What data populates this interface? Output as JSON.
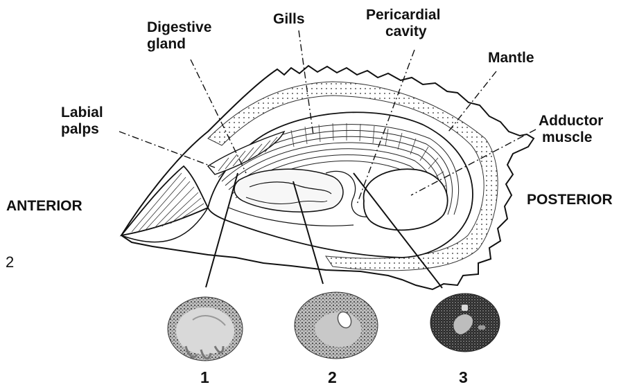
{
  "labels": {
    "digestive_gland": [
      "Digestive",
      "gland"
    ],
    "gills": "Gills",
    "pericardial_cavity": [
      "Pericardial",
      "cavity"
    ],
    "mantle": "Mantle",
    "labial_palps": [
      "Labial",
      "palps"
    ],
    "adductor_muscle": [
      "Adductor",
      "muscle"
    ],
    "anterior": "ANTERIOR",
    "posterior": "POSTERIOR",
    "side_number": "2"
  },
  "sections": [
    {
      "number": "1"
    },
    {
      "number": "2"
    },
    {
      "number": "3"
    }
  ],
  "colors": {
    "ink": "#111111",
    "tissue_light": "#cfcfcf",
    "tissue_dark": "#3a3a3a"
  }
}
